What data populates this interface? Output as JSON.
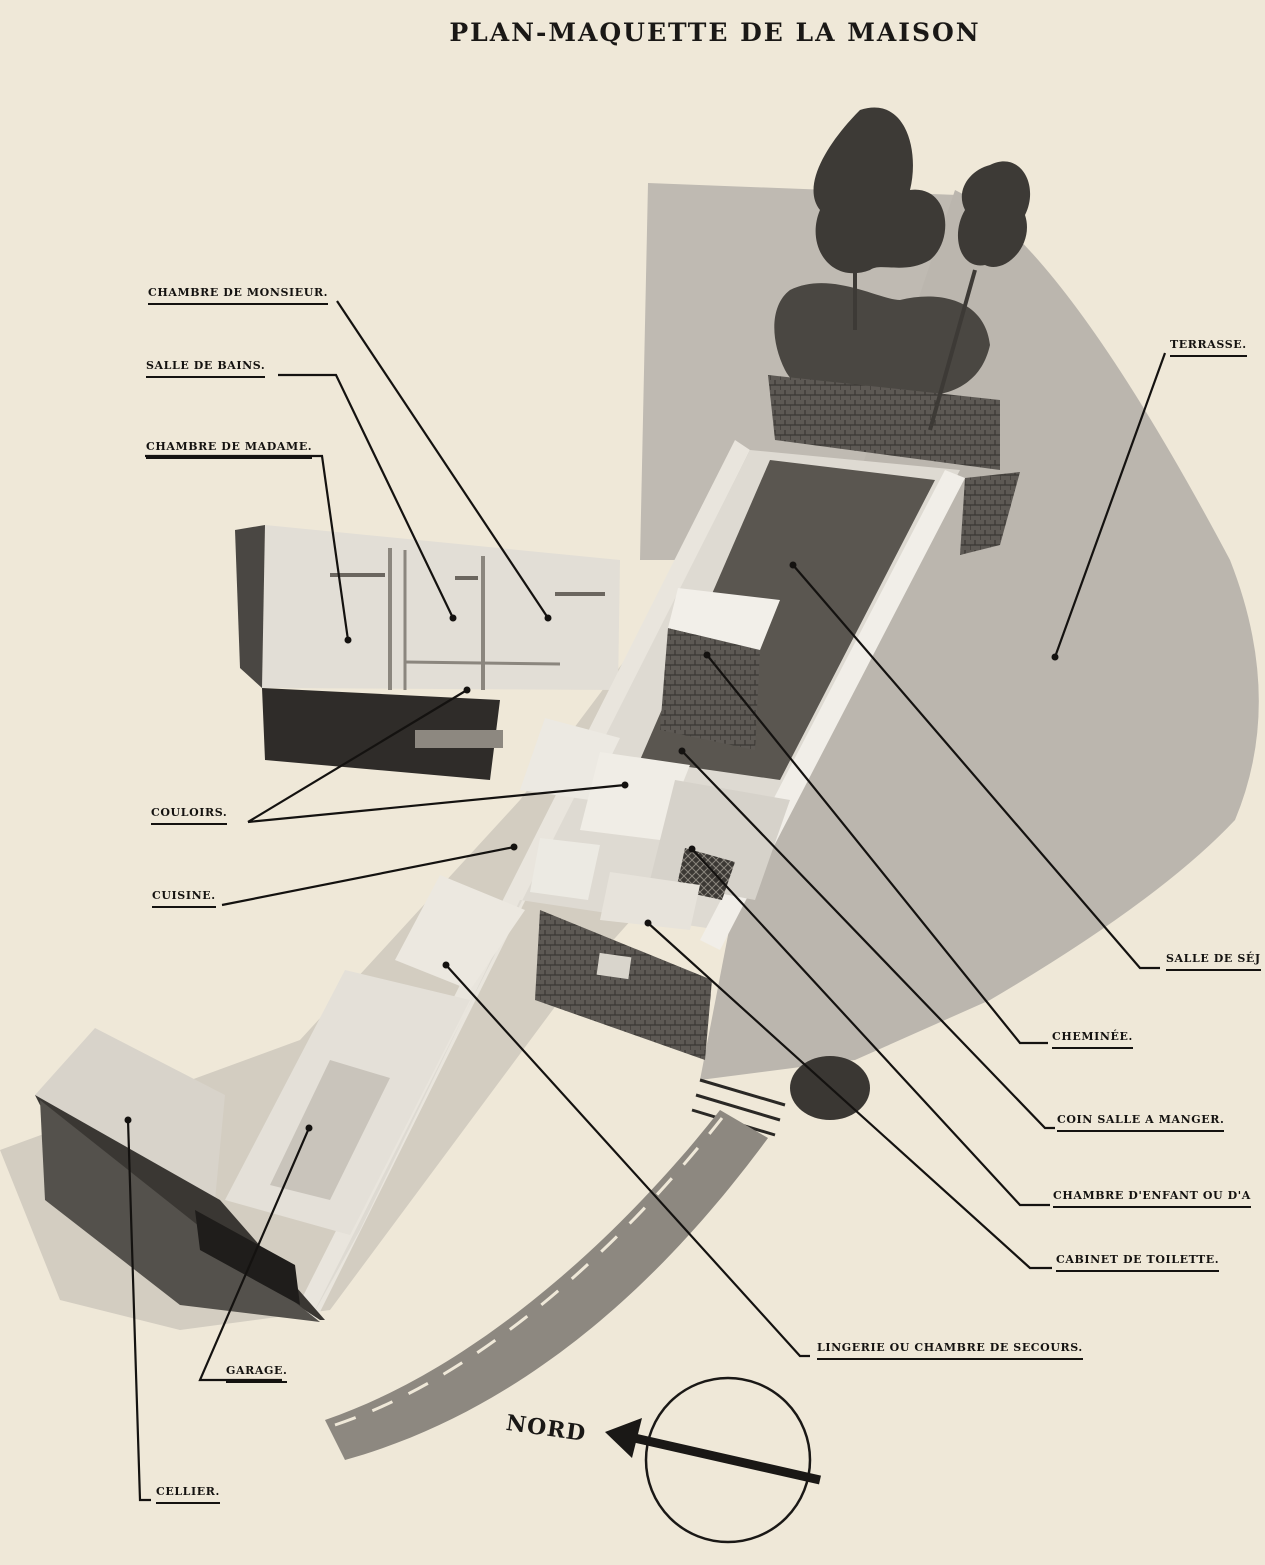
{
  "title": "PLAN-MAQUETTE DE LA MAISON",
  "compass": {
    "label": "NORD"
  },
  "labels": {
    "chambre_monsieur": "CHAMBRE DE MONSIEUR.",
    "salle_bains": "SALLE DE BAINS.",
    "chambre_madame": "CHAMBRE DE MADAME.",
    "couloirs": "COULOIRS.",
    "cuisine": "CUISINE.",
    "garage": "GARAGE.",
    "cellier": "CELLIER.",
    "terrasse": "TERRASSE.",
    "salle_sejour": "SALLE DE SÉJ",
    "cheminee": "CHEMINÉE.",
    "coin_salle_manger": "COIN SALLE A MANGER.",
    "chambre_enfant": "CHAMBRE D'ENFANT OU D'A",
    "cabinet_toilette": "CABINET DE TOILETTE.",
    "lingerie": "LINGERIE OU CHAMBRE DE SECOURS."
  }
}
